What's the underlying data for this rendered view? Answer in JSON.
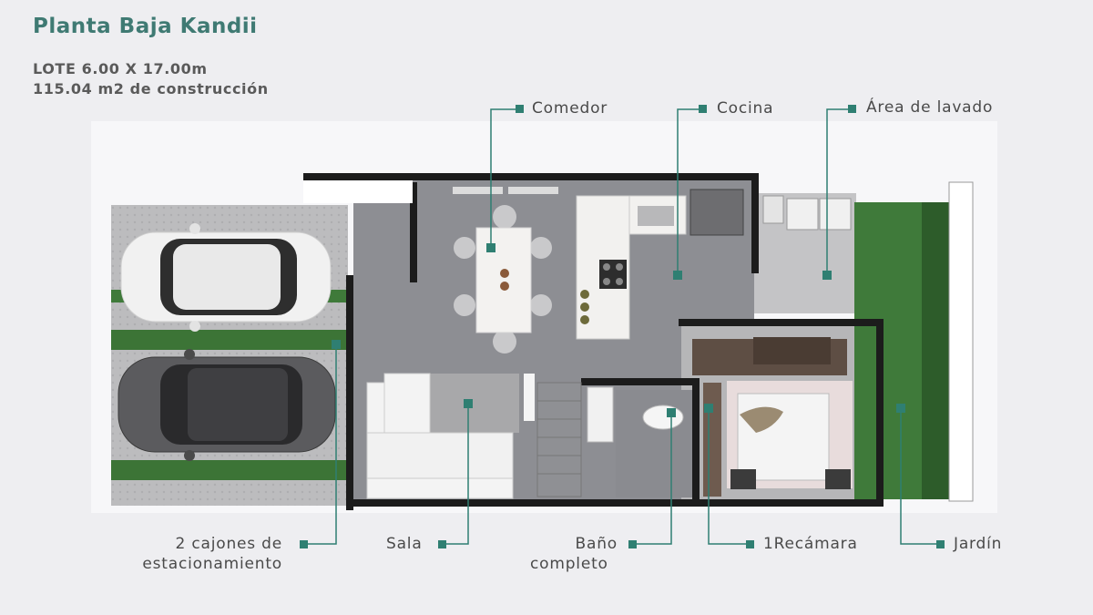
{
  "header": {
    "title": "Planta Baja Kandii",
    "lot": "LOTE 6.00 X 17.00m",
    "construction": "115.04 m2 de construcción"
  },
  "labels": {
    "comedor": "Comedor",
    "cocina": "Cocina",
    "lavado": "Área de lavado",
    "estacionamiento_1": "2 cajones de",
    "estacionamiento_2": "estacionamiento",
    "sala": "Sala",
    "bano_1": "Baño",
    "bano_2": "completo",
    "recamara": "1Recámara",
    "jardin": "Jardín"
  },
  "colors": {
    "accent": "#2f7f72",
    "title": "#3f7a73",
    "wall": "#1c1c1c",
    "floor": "#9a9ba0",
    "grass": "#3f7a3a"
  }
}
